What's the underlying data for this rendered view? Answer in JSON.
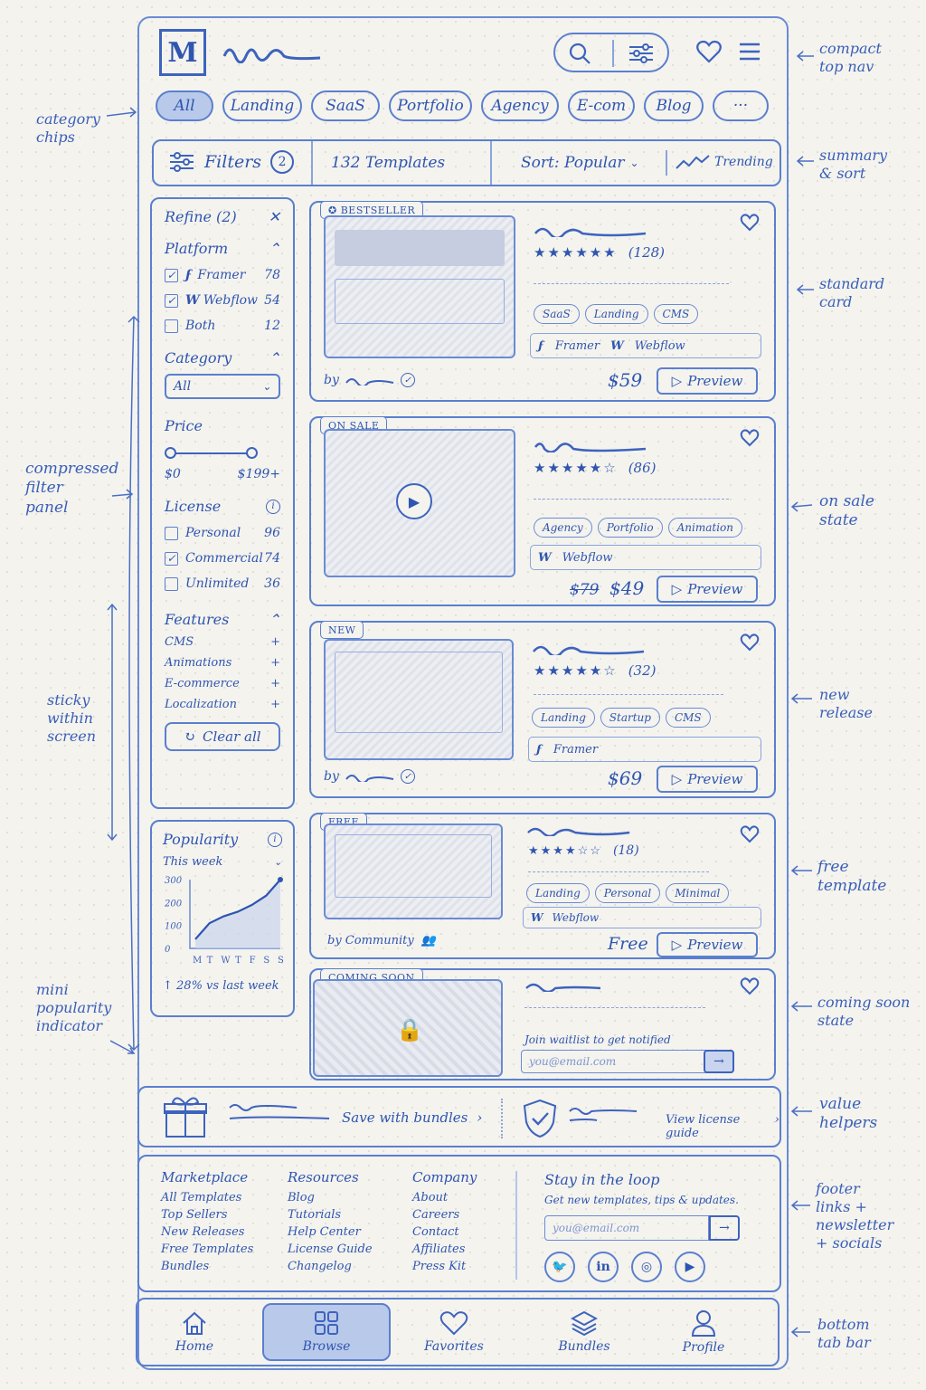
{
  "header": {
    "logo_letter": "M",
    "icons": [
      "search-icon",
      "sliders-icon",
      "heart-icon",
      "menu-icon"
    ]
  },
  "chips": [
    "All",
    "Landing",
    "SaaS",
    "Portfolio",
    "Agency",
    "E-com",
    "Blog",
    "···"
  ],
  "summary": {
    "filters_label": "Filters",
    "filters_count": "2",
    "templates_count": "132 Templates",
    "sort_label": "Sort: Popular",
    "trending_label": "Trending"
  },
  "filter_panel": {
    "title": "Refine (2)",
    "platform": {
      "label": "Platform",
      "items": [
        {
          "label": "Framer",
          "count": "78",
          "checked": true
        },
        {
          "label": "Webflow",
          "count": "54",
          "checked": true
        },
        {
          "label": "Both",
          "count": "12",
          "checked": false
        }
      ]
    },
    "category": {
      "label": "Category",
      "value": "All"
    },
    "price": {
      "label": "Price",
      "min": "$0",
      "max": "$199+"
    },
    "license": {
      "label": "License",
      "items": [
        {
          "label": "Personal",
          "count": "96",
          "checked": false
        },
        {
          "label": "Commercial",
          "count": "74",
          "checked": true
        },
        {
          "label": "Unlimited",
          "count": "36",
          "checked": false
        }
      ]
    },
    "features": {
      "label": "Features",
      "items": [
        "CMS",
        "Animations",
        "E-commerce",
        "Localization"
      ]
    },
    "clear_label": "Clear all"
  },
  "popularity": {
    "title": "Popularity",
    "period": "This week",
    "change": "↑ 28%  vs  last week"
  },
  "chart_data": {
    "type": "area",
    "title": "",
    "x": [
      "M",
      "T",
      "W",
      "T",
      "F",
      "S",
      "S"
    ],
    "values": [
      40,
      110,
      140,
      160,
      190,
      230,
      300
    ],
    "yticks": [
      "300",
      "200",
      "100",
      "0"
    ],
    "ylim": [
      0,
      300
    ]
  },
  "cards": [
    {
      "badge": "BESTSELLER",
      "rating": "(128)",
      "stars": "★★★★★★",
      "tags": [
        "SaaS",
        "Landing",
        "CMS"
      ],
      "platforms": [
        "Framer",
        "Webflow"
      ],
      "by": "by",
      "price": "$59",
      "old_price": "",
      "action": "Preview"
    },
    {
      "badge": "ON SALE",
      "rating": "(86)",
      "stars": "★★★★★☆",
      "tags": [
        "Agency",
        "Portfolio",
        "Animation"
      ],
      "platforms": [
        "Webflow"
      ],
      "by": "",
      "price": "$49",
      "old_price": "$79",
      "action": "Preview"
    },
    {
      "badge": "NEW",
      "rating": "(32)",
      "stars": "★★★★★☆",
      "tags": [
        "Landing",
        "Startup",
        "CMS"
      ],
      "platforms": [
        "Framer"
      ],
      "by": "by",
      "price": "$69",
      "old_price": "",
      "action": "Preview"
    },
    {
      "badge": "FREE",
      "rating": "(18)",
      "stars": "★★★★☆☆",
      "tags": [
        "Landing",
        "Personal",
        "Minimal"
      ],
      "platforms": [
        "Webflow"
      ],
      "by": "by  Community",
      "price": "Free",
      "old_price": "",
      "action": "Preview"
    },
    {
      "badge": "COMING SOON",
      "waitlist_text": "Join waitlist  to get notified",
      "email_placeholder": "you@email.com"
    }
  ],
  "helpers": {
    "bundles": "Save with bundles",
    "license": "View license guide"
  },
  "footer": {
    "columns": [
      {
        "title": "Marketplace",
        "links": [
          "All Templates",
          "Top Sellers",
          "New Releases",
          "Free Templates",
          "Bundles"
        ]
      },
      {
        "title": "Resources",
        "links": [
          "Blog",
          "Tutorials",
          "Help Center",
          "License Guide",
          "Changelog"
        ]
      },
      {
        "title": "Company",
        "links": [
          "About",
          "Careers",
          "Contact",
          "Affiliates",
          "Press Kit"
        ]
      }
    ],
    "newsletter_title": "Stay in the loop",
    "newsletter_sub": "Get new templates, tips & updates.",
    "email_placeholder": "you@email.com",
    "socials": [
      "twitter-icon",
      "linkedin-icon",
      "instagram-icon",
      "youtube-icon"
    ]
  },
  "tabs": [
    "Home",
    "Browse",
    "Favorites",
    "Bundles",
    "Profile"
  ],
  "annotations": {
    "compact_nav": "compact\ntop nav",
    "category_chips": "category\nchips",
    "summary_sort": "summary\n& sort",
    "standard_card": "standard\ncard",
    "compressed_filter": "compressed\nfilter\npanel",
    "on_sale": "on sale\nstate",
    "sticky": "sticky\nwithin\nscreen",
    "new_release": "new\nrelease",
    "free_template": "free\ntemplate",
    "mini_popularity": "mini\npopularity\nindicator",
    "coming_soon": "coming soon\nstate",
    "value_helpers": "value\nhelpers",
    "footer_links": "footer\nlinks +\nnewsletter\n+ socials",
    "bottom_tab": "bottom\ntab bar"
  },
  "colors": {
    "ink": "#2f55b0",
    "paper": "#f4f3ee",
    "active_fill": "#b9c9ea"
  }
}
